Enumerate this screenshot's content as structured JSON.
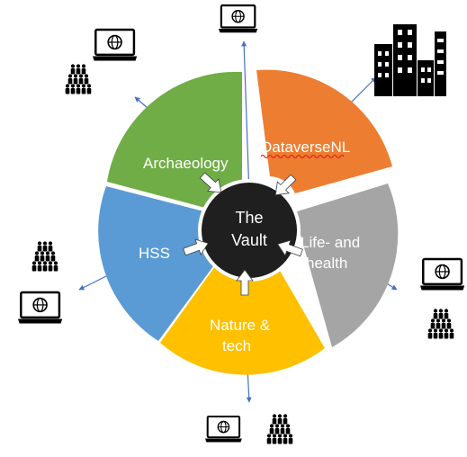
{
  "center": {
    "line1": "The",
    "line2": "Vault",
    "color": "#1f1f1f"
  },
  "segments": [
    {
      "id": "dataversenl",
      "label_lines": [
        "DataverseNL"
      ],
      "color": "#ed7d31"
    },
    {
      "id": "life-health",
      "label_lines": [
        "Life- and",
        "health"
      ],
      "color": "#a5a5a5"
    },
    {
      "id": "nature-tech",
      "label_lines": [
        "Nature &",
        "tech"
      ],
      "color": "#ffc000"
    },
    {
      "id": "hss",
      "label_lines": [
        "HSS"
      ],
      "color": "#5b9bd5"
    },
    {
      "id": "archaeology",
      "label_lines": [
        "Archaeology"
      ],
      "color": "#70ad47"
    }
  ],
  "colors": {
    "connector": "#4472c4",
    "icon": "#000000",
    "text": "#ffffff"
  },
  "icons": [
    "laptop-icon",
    "people-group-icon",
    "buildings-icon"
  ]
}
